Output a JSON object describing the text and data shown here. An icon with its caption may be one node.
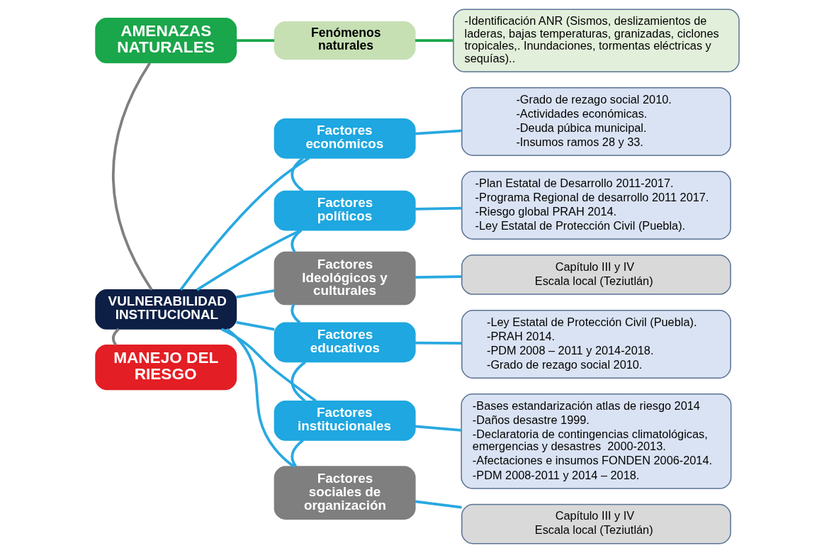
{
  "diagram": {
    "nodes": [
      {
        "text": [
          "AMENAZAS NATURALES"
        ]
      },
      {
        "text": [
          "Fenómenos naturales"
        ]
      },
      {
        "text": [
          "-Identificación ANR (Sismos, deslizamientos de laderas, bajas temperaturas, granizadas, ciclones tropicales,. Inundaciones, tormentas eléctricas y sequías).."
        ]
      },
      {
        "text": [
          "VULNERABILIDAD INSTITUCIONAL"
        ]
      },
      {
        "text": [
          "Factores económicos"
        ]
      },
      {
        "text": [
          "-Grado de rezago social 2010.",
          "-Actividades económicas.",
          "-Deuda púbica municipal.",
          "-Insumos ramos 28 y 33."
        ]
      },
      {
        "text": [
          "Factores políticos"
        ]
      },
      {
        "text": [
          "-Plan Estatal de Desarrollo 2011-2017.",
          "-Programa Regional de desarrollo 2011 2017.",
          "-Riesgo global PRAH 2014.",
          "-Ley Estatal de Protección Civil (Puebla)."
        ]
      },
      {
        "text": [
          "Factores Ideológicos y culturales"
        ]
      },
      {
        "text": [
          "Capítulo III y IV",
          "Escala local (Teziutlán)"
        ]
      },
      {
        "text": [
          "Factores educativos"
        ]
      },
      {
        "text": [
          "-Ley Estatal de Protección Civil (Puebla).",
          "-PRAH 2014.",
          "-PDM 2008 – 2011 y 2014-2018.",
          "-Grado de rezago social 2010."
        ]
      },
      {
        "text": [
          "Factores institucionales"
        ]
      },
      {
        "text": [
          "-Bases estandarización atlas de riesgo 2014",
          "-Daños desastre 1999.",
          "-Declaratoria de contingencias climatológicas, emergencias y desastres  2000-2013.",
          "-Afectaciones e insumos FONDEN 2006-2014.",
          "-PDM 2008-2011 y 2014 – 2018."
        ]
      },
      {
        "text": [
          "Factores sociales de organización"
        ]
      },
      {
        "text": [
          "Capítulo III y IV",
          "Escala local (Teziutlán)"
        ]
      },
      {
        "text": [
          "MANEJO DEL RIESGO"
        ]
      }
    ],
    "edges": [
      {
        "from": 0,
        "to": 1,
        "arrow": "none",
        "color": "#1aa64a"
      },
      {
        "from": 1,
        "to": 2,
        "arrow": "none",
        "color": "#1aa64a"
      },
      {
        "from": 0,
        "to": 3,
        "arrow": "none",
        "color": "#808080"
      },
      {
        "from": 3,
        "to": 16,
        "arrow": "none",
        "color": "#808080"
      },
      {
        "from": 3,
        "to": 4,
        "arrow": "none"
      },
      {
        "from": 3,
        "to": 6,
        "arrow": "none"
      },
      {
        "from": 3,
        "to": 8,
        "arrow": "none"
      },
      {
        "from": 3,
        "to": 10,
        "arrow": "none"
      },
      {
        "from": 3,
        "to": 12,
        "arrow": "none"
      },
      {
        "from": 3,
        "to": 14,
        "arrow": "none"
      },
      {
        "from": 4,
        "to": 6,
        "arrow": "none"
      },
      {
        "from": 6,
        "to": 8,
        "arrow": "none"
      },
      {
        "from": 8,
        "to": 10,
        "arrow": "none"
      },
      {
        "from": 10,
        "to": 12,
        "arrow": "none"
      },
      {
        "from": 12,
        "to": 14,
        "arrow": "none"
      },
      {
        "from": 4,
        "to": 5,
        "arrow": "none"
      },
      {
        "from": 6,
        "to": 7,
        "arrow": "none"
      },
      {
        "from": 8,
        "to": 9,
        "arrow": "none"
      },
      {
        "from": 10,
        "to": 11,
        "arrow": "none"
      },
      {
        "from": 12,
        "to": 13,
        "arrow": "none"
      },
      {
        "from": 14,
        "to": 15,
        "arrow": "none"
      }
    ]
  }
}
